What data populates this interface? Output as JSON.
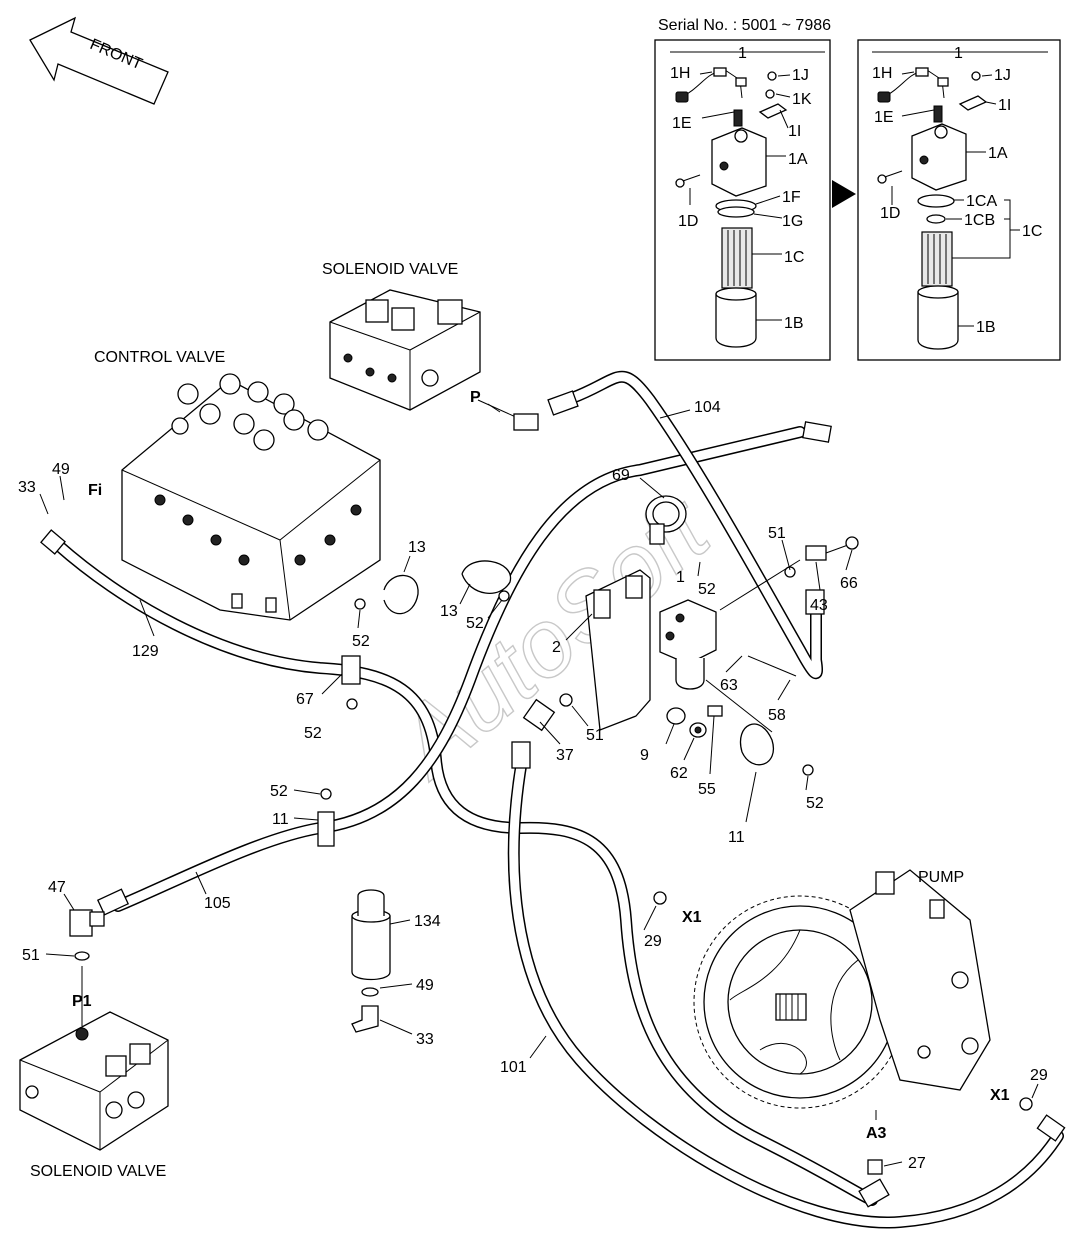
{
  "header": {
    "serial_note": "Serial No. : 5001 ~ 7986"
  },
  "front_arrow": {
    "label": "FRONT"
  },
  "watermark": "AutoSoft",
  "titles": {
    "solenoid_valve_top": "SOLENOID VALVE",
    "control_valve": "CONTROL VALVE",
    "pump": "PUMP",
    "solenoid_valve_bottom": "SOLENOID VALVE"
  },
  "ports": {
    "P": "P",
    "Fi": "Fi",
    "P1": "P1",
    "X1_left": "X1",
    "X1_right": "X1",
    "A3": "A3"
  },
  "detail_old": {
    "assembly": "1",
    "labels": [
      "1H",
      "1J",
      "1K",
      "1E",
      "1I",
      "1A",
      "1F",
      "1D",
      "1G",
      "1C",
      "1B"
    ]
  },
  "detail_new": {
    "assembly": "1",
    "labels": [
      "1H",
      "1J",
      "1E",
      "1I",
      "1A",
      "1CA",
      "1D",
      "1CB",
      "1C",
      "1B"
    ]
  },
  "callouts": {
    "c104": "104",
    "c69": "69",
    "c51a": "51",
    "c1": "1",
    "c66": "66",
    "c52a": "52",
    "c43": "43",
    "c13a": "13",
    "c13b": "13",
    "c52b": "52",
    "c52c": "52",
    "c2": "2",
    "c63": "63",
    "c58": "58",
    "c33a": "33",
    "c49a": "49",
    "c129": "129",
    "c67": "67",
    "c52d": "52",
    "c51b": "51",
    "c37": "37",
    "c9": "9",
    "c62": "62",
    "c55": "55",
    "c52e": "52",
    "c11a": "11",
    "c52f": "52",
    "c11b": "11",
    "c47": "47",
    "c105": "105",
    "c134": "134",
    "c51c": "51",
    "c49b": "49",
    "c33b": "33",
    "c29a": "29",
    "c101": "101",
    "c29b": "29",
    "c27": "27"
  }
}
